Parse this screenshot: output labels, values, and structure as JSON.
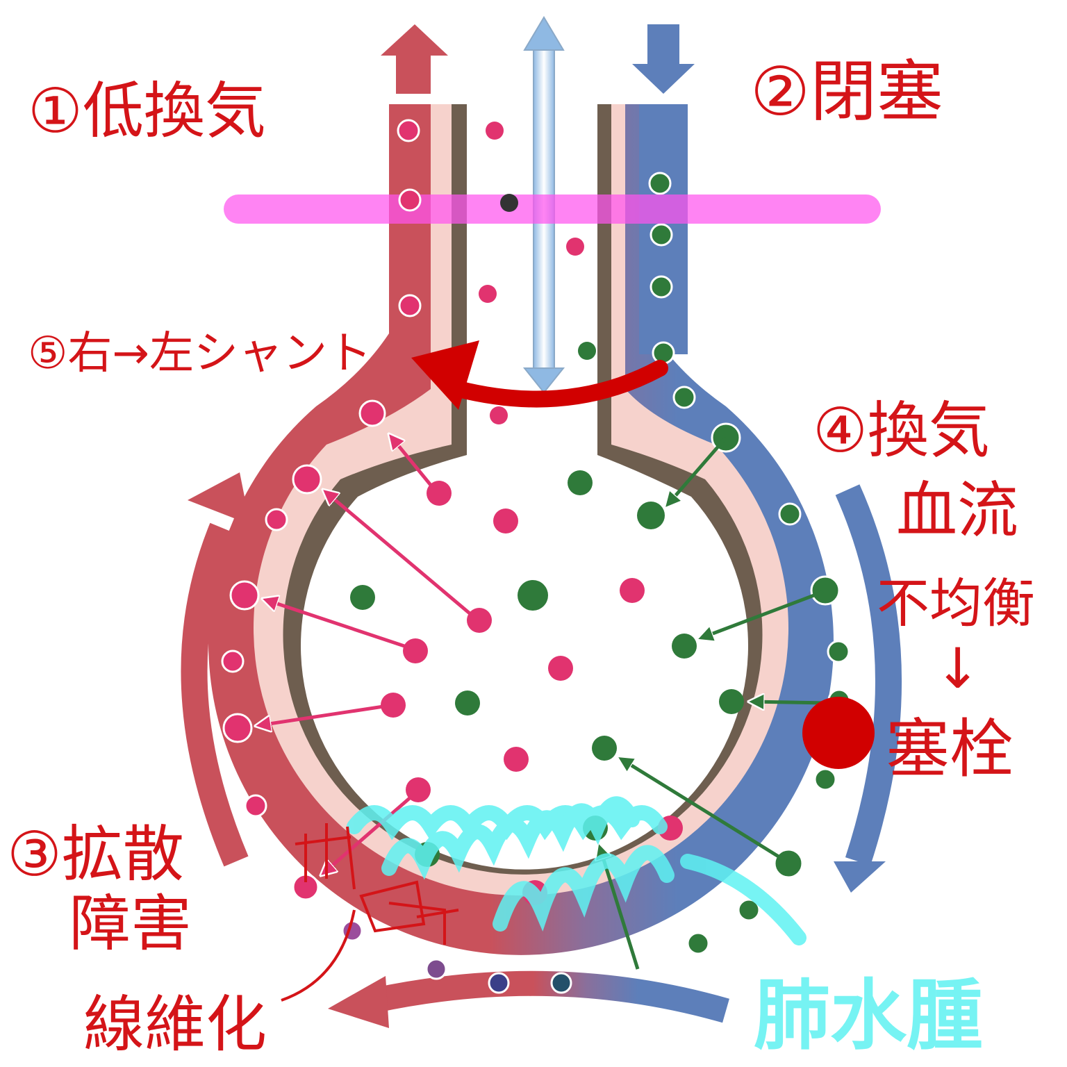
{
  "labels": {
    "hypoventilation": "①低換気",
    "obstruction": "②閉塞",
    "diffusion_line1": "③拡散",
    "diffusion_line2": "障害",
    "vq_line1": "④換気",
    "vq_line2": "血流",
    "vq_line3": "不均衡",
    "vq_arrow": "↓",
    "embolism": "塞栓",
    "shunt": "⑤右→左シャント",
    "fibrosis": "線維化",
    "pulmonary_edema": "肺水腫"
  },
  "colors": {
    "artery_red": "#c9515b",
    "vein_blue": "#5d7fba",
    "membrane_pink": "#f6d2cc",
    "wall_brown": "#6e5e4f",
    "oxygen_pink": "#e1336f",
    "co2_green": "#2f7a3a",
    "highlight_magenta": "#ff55ee",
    "annotation_red": "#d41418",
    "edema_cyan": "#5ff2f2",
    "embolus_red": "#d10000"
  },
  "icons": {
    "airway_arrow": "double-headed-arrow-icon",
    "outflow_arrow": "up-arrow-icon",
    "inflow_arrow": "down-arrow-icon",
    "embolus": "red-dot-icon"
  }
}
